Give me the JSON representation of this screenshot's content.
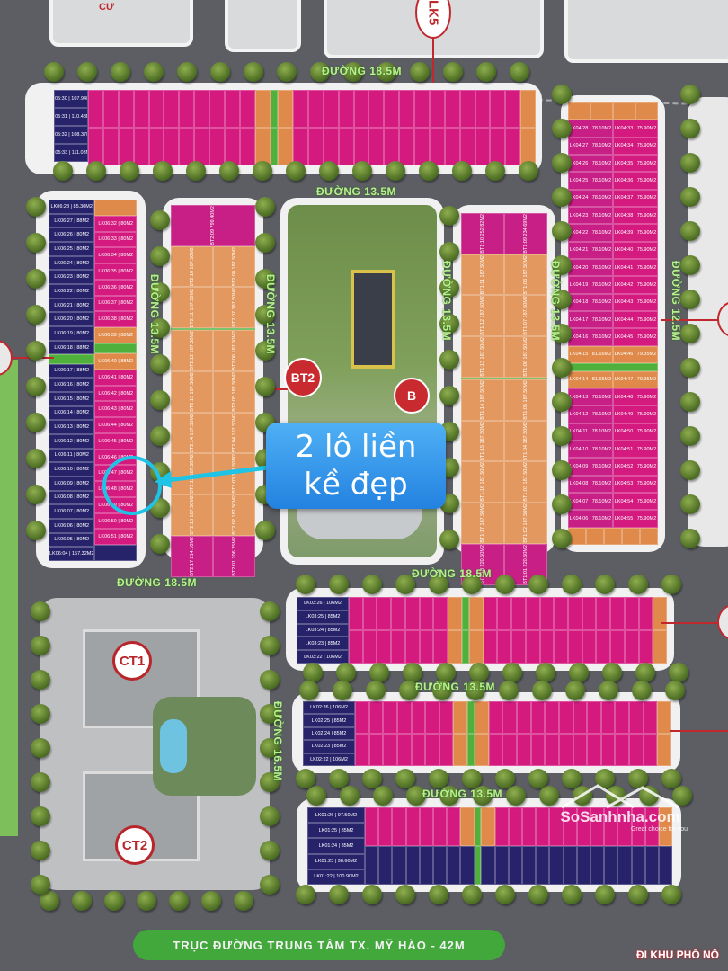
{
  "top_marker": "LK5",
  "top_left_fragment": "CƯ",
  "roads": {
    "top": "ĐƯỜNG 18.5M",
    "mid_top": "ĐƯỜNG 13.5M",
    "v_left": "ĐƯỜNG 13.5M",
    "v_bt2": "ĐƯỜNG 13.5M",
    "v_park": "ĐƯỜNG 13.5M",
    "v_bt1": "ĐƯỜNG 13.5M",
    "v_right": "ĐƯỜNG 12.5M",
    "mid_left": "ĐƯỜNG 18.5M",
    "mid_right": "ĐƯỜNG 18.5M",
    "lower1": "ĐƯỜNG 13.5M",
    "lower2": "ĐƯỜNG 13.5M",
    "v_ct": "ĐƯỜNG 16.5M",
    "main_avenue": "TRỤC ĐƯỜNG TRUNG TÂM TX. MỸ HÀO - 42M",
    "exit_sign": "ĐI KHU PHỐ NỐ"
  },
  "markers": {
    "bt2": "BT2",
    "bt1_partial": "B",
    "ct1": "CT1",
    "ct2": "CT2"
  },
  "callout": {
    "text": "2 lô liền kề đẹp",
    "accent": "#2e9cf0",
    "circle_color": "#1fc3e6"
  },
  "watermark": {
    "brand": "SoSanhnha.com",
    "tagline": "Great choice for you"
  },
  "blocks": {
    "lk05": {
      "navy": [
        "LK05:30 | 107.94M2",
        "LK05:31 | 110.48M2",
        "LK05:32 | 108.37M2",
        "LK05:33 | 111.03M2"
      ],
      "strip_rows": [
        "pppppppppppogopppppppppppppppo",
        "pppppppppppogopppppppppppppppo"
      ]
    },
    "lk04": {
      "rows": [
        [
          {
            "t": "o"
          },
          {
            "t": "o"
          },
          {
            "t": "o"
          },
          {
            "t": "o"
          }
        ],
        [
          {
            "t": "m",
            "l": "LK04:28 | 78.10M2"
          },
          {
            "t": "p",
            "l": "LK04:33 | 75.90M2"
          }
        ],
        [
          {
            "t": "m",
            "l": "LK04:27 | 78.10M2"
          },
          {
            "t": "p",
            "l": "LK04:34 | 75.90M2"
          }
        ],
        [
          {
            "t": "m",
            "l": "LK04:26 | 78.10M2"
          },
          {
            "t": "p",
            "l": "LK04:35 | 75.90M2"
          }
        ],
        [
          {
            "t": "m",
            "l": "LK04:25 | 78.10M2"
          },
          {
            "t": "p",
            "l": "LK04:36 | 75.90M2"
          }
        ],
        [
          {
            "t": "m",
            "l": "LK04:24 | 78.10M2"
          },
          {
            "t": "p",
            "l": "LK04:37 | 75.90M2"
          }
        ],
        [
          {
            "t": "m",
            "l": "LK04:23 | 78.10M2"
          },
          {
            "t": "p",
            "l": "LK04:38 | 75.90M2"
          }
        ],
        [
          {
            "t": "m",
            "l": "LK04:22 | 78.10M2"
          },
          {
            "t": "p",
            "l": "LK04:39 | 75.90M2"
          }
        ],
        [
          {
            "t": "m",
            "l": "LK04:21 | 78.10M2"
          },
          {
            "t": "p",
            "l": "LK04:40 | 75.90M2"
          }
        ],
        [
          {
            "t": "m",
            "l": "LK04:20 | 78.10M2"
          },
          {
            "t": "p",
            "l": "LK04:41 | 75.90M2"
          }
        ],
        [
          {
            "t": "m",
            "l": "LK04:19 | 78.10M2"
          },
          {
            "t": "p",
            "l": "LK04:42 | 75.90M2"
          }
        ],
        [
          {
            "t": "m",
            "l": "LK04:18 | 78.10M2"
          },
          {
            "t": "p",
            "l": "LK04:43 | 75.90M2"
          }
        ],
        [
          {
            "t": "m",
            "l": "LK04:17 | 78.10M2"
          },
          {
            "t": "p",
            "l": "LK04:44 | 75.90M2"
          }
        ],
        [
          {
            "t": "m",
            "l": "LK04:16 | 78.10M2"
          },
          {
            "t": "p",
            "l": "LK04:45 | 75.90M2"
          }
        ],
        [
          {
            "t": "o",
            "l": "LK04:15 | 81.65M2"
          },
          {
            "t": "o",
            "l": "LK04:46 | 79.35M2"
          }
        ],
        [
          {
            "t": "g"
          }
        ],
        [
          {
            "t": "o",
            "l": "LK04:14 | 81.65M2"
          },
          {
            "t": "o",
            "l": "LK04:47 | 79.35M2"
          }
        ],
        [
          {
            "t": "m",
            "l": "LK04:13 | 78.10M2"
          },
          {
            "t": "p",
            "l": "LK04:48 | 75.90M2"
          }
        ],
        [
          {
            "t": "m",
            "l": "LK04:12 | 78.10M2"
          },
          {
            "t": "p",
            "l": "LK04:49 | 75.90M2"
          }
        ],
        [
          {
            "t": "m",
            "l": "LK04:11 | 78.10M2"
          },
          {
            "t": "p",
            "l": "LK04:50 | 75.90M2"
          }
        ],
        [
          {
            "t": "m",
            "l": "LK04:10 | 78.10M2"
          },
          {
            "t": "p",
            "l": "LK04:51 | 75.90M2"
          }
        ],
        [
          {
            "t": "m",
            "l": "LK04:09 | 78.10M2"
          },
          {
            "t": "p",
            "l": "LK04:52 | 75.90M2"
          }
        ],
        [
          {
            "t": "m",
            "l": "LK04:08 | 78.10M2"
          },
          {
            "t": "p",
            "l": "LK04:53 | 75.90M2"
          }
        ],
        [
          {
            "t": "m",
            "l": "LK04:07 | 78.10M2"
          },
          {
            "t": "p",
            "l": "LK04:54 | 75.90M2"
          }
        ],
        [
          {
            "t": "m",
            "l": "LK04:06 | 78.10M2"
          },
          {
            "t": "p",
            "l": "LK04:55 | 75.90M2"
          }
        ],
        [
          {
            "t": "o"
          },
          {
            "t": "o"
          },
          {
            "t": "o"
          },
          {
            "t": "o"
          },
          {
            "t": "o"
          }
        ]
      ]
    },
    "lk06": {
      "cols": [
        [
          {
            "t": "n",
            "l": "LK06:28 | 85.30M2"
          },
          {
            "t": "n",
            "l": "LK06:27 | 88M2"
          },
          {
            "t": "n",
            "l": "LK06:26 | 80M2"
          },
          {
            "t": "n",
            "l": "LK06:25 | 80M2"
          },
          {
            "t": "n",
            "l": "LK06:24 | 80M2"
          },
          {
            "t": "n",
            "l": "LK06:23 | 80M2"
          },
          {
            "t": "n",
            "l": "LK06:22 | 80M2"
          },
          {
            "t": "n",
            "l": "LK06:21 | 80M2"
          },
          {
            "t": "n",
            "l": "LK06:20 | 80M2"
          },
          {
            "t": "n",
            "l": "LK06:19 | 80M2"
          },
          {
            "t": "n",
            "l": "LK06:18 | 88M2"
          },
          {
            "t": "g"
          },
          {
            "t": "n",
            "l": "LK06:17 | 88M2"
          },
          {
            "t": "n",
            "l": "LK06:16 | 80M2"
          },
          {
            "t": "n",
            "l": "LK06:15 | 80M2"
          },
          {
            "t": "n",
            "l": "LK06:14 | 80M2"
          },
          {
            "t": "n",
            "l": "LK06:13 | 80M2"
          },
          {
            "t": "n",
            "l": "LK06:12 | 80M2"
          },
          {
            "t": "n",
            "l": "LK06:11 | 80M2"
          },
          {
            "t": "n",
            "l": "LK06:10 | 80M2"
          },
          {
            "t": "n",
            "l": "LK06:09 | 80M2"
          },
          {
            "t": "n",
            "l": "LK06:08 | 80M2"
          },
          {
            "t": "n",
            "l": "LK06:07 | 80M2"
          },
          {
            "t": "n",
            "l": "LK06:06 | 80M2"
          },
          {
            "t": "n",
            "l": "LK06:05 | 80M2"
          },
          {
            "t": "n",
            "l": "LK06:04 | 157.32M2"
          }
        ],
        [
          {
            "t": "o",
            "l": ""
          },
          {
            "t": "p",
            "l": "LK06:32 | 80M2"
          },
          {
            "t": "p",
            "l": "LK06:33 | 80M2"
          },
          {
            "t": "p",
            "l": "LK06:34 | 80M2"
          },
          {
            "t": "p",
            "l": "LK06:35 | 80M2"
          },
          {
            "t": "p",
            "l": "LK06:36 | 80M2"
          },
          {
            "t": "p",
            "l": "LK06:37 | 80M2"
          },
          {
            "t": "p",
            "l": "LK06:38 | 80M2"
          },
          {
            "t": "o",
            "l": "LK06:39 | 88M2"
          },
          {
            "t": "g"
          },
          {
            "t": "o",
            "l": "LK06:40 | 88M2"
          },
          {
            "t": "p",
            "l": "LK06:41 | 80M2"
          },
          {
            "t": "p",
            "l": "LK06:42 | 80M2"
          },
          {
            "t": "p",
            "l": "LK06:43 | 80M2"
          },
          {
            "t": "p",
            "l": "LK06:44 | 80M2"
          },
          {
            "t": "p",
            "l": "LK06:45 | 80M2"
          },
          {
            "t": "p",
            "l": "LK06:46 | 80M2"
          },
          {
            "t": "p",
            "l": "LK06:47 | 80M2"
          },
          {
            "t": "p",
            "l": "LK06:48 | 80M2"
          },
          {
            "t": "p",
            "l": "LK06:49 | 80M2"
          },
          {
            "t": "p",
            "l": "LK06:50 | 80M2"
          },
          {
            "t": "p",
            "l": "LK06:51 | 80M2"
          },
          {
            "t": "n",
            "l": ""
          }
        ]
      ]
    },
    "bt2": {
      "rows": [
        [
          {
            "t": "m",
            "l": "BT2:09 799.40M2"
          }
        ],
        [
          {
            "t": "t",
            "l": "BT2:10 187.50M2"
          },
          {
            "t": "t",
            "l": "BT2:08 187.50M2"
          }
        ],
        [
          {
            "t": "t",
            "l": "BT2:11 187.50M2"
          },
          {
            "t": "t",
            "l": "BT2:07 187.50M2"
          }
        ],
        [
          {
            "t": "g"
          }
        ],
        [
          {
            "t": "t",
            "l": "BT2:12 187.50M2"
          },
          {
            "t": "t",
            "l": "BT2:06 187.50M2"
          }
        ],
        [
          {
            "t": "t",
            "l": "BT2:13 187.50M2"
          },
          {
            "t": "t",
            "l": "BT2:05 187.50M2"
          }
        ],
        [
          {
            "t": "t",
            "l": "BT2:14 187.50M2"
          },
          {
            "t": "t",
            "l": "BT2:04 187.50M2"
          }
        ],
        [
          {
            "t": "t",
            "l": "BT2:15 187.50M2"
          },
          {
            "t": "t",
            "l": "BT2:03 187.50M2"
          }
        ],
        [
          {
            "t": "t",
            "l": "BT2:16 187.50M2"
          },
          {
            "t": "t",
            "l": "BT2:02 187.50M2"
          }
        ],
        [
          {
            "t": "m",
            "l": "BT2:17 214.10M2"
          },
          {
            "t": "m",
            "l": "BT2:01 206.25M2"
          }
        ]
      ]
    },
    "bt1": {
      "rows": [
        [
          {
            "t": "m",
            "l": "BT1:10 252.82M2"
          },
          {
            "t": "m",
            "l": "BT1:09 234.69M2"
          }
        ],
        [
          {
            "t": "t",
            "l": "BT1:11 187.50M2"
          },
          {
            "t": "t",
            "l": "BT1:08 187.50M2"
          }
        ],
        [
          {
            "t": "t",
            "l": "BT1:12 187.50M2"
          },
          {
            "t": "t",
            "l": "BT1:07 187.50M2"
          }
        ],
        [
          {
            "t": "t",
            "l": "BT1:13 187.50M2"
          },
          {
            "t": "t",
            "l": "BT1:06 187.50M2"
          }
        ],
        [
          {
            "t": "g"
          }
        ],
        [
          {
            "t": "t",
            "l": "BT1:14 187.50M2"
          },
          {
            "t": "t",
            "l": "BT1:05 187.50M2"
          }
        ],
        [
          {
            "t": "t",
            "l": "BT1:15 187.50M2"
          },
          {
            "t": "t",
            "l": "BT1:04 187.50M2"
          }
        ],
        [
          {
            "t": "t",
            "l": "BT1:16 187.50M2"
          },
          {
            "t": "t",
            "l": "BT1:03 187.50M2"
          }
        ],
        [
          {
            "t": "t",
            "l": "BT1:17 187.50M2"
          },
          {
            "t": "t",
            "l": "BT1:02 187.50M2"
          }
        ],
        [
          {
            "t": "m",
            "l": "BT1:18 220.50M2"
          },
          {
            "t": "m",
            "l": "BT1:01 220.50M2"
          }
        ]
      ]
    },
    "lk03": {
      "navy": [
        "LK03:26 | 106M2",
        "LK03:25 | 85M2",
        "LK03:24 | 85M2",
        "LK03:23 | 85M2",
        "LK03:22 | 106M2"
      ],
      "strip_rows": [
        "pppppppogoppppppppppppo",
        "pppppppogoppppppppppppo"
      ]
    },
    "lk02": {
      "navy": [
        "LK02:26 | 106M2",
        "LK02:25 | 85M2",
        "LK02:24 | 85M2",
        "LK02:23 | 85M2",
        "LK02:22 | 106M2"
      ],
      "strip_rows": [
        "pppppppogoppppppppppppo",
        "pppppppogoppppppppppppo"
      ]
    },
    "lk01": {
      "navy": [
        "LK01:26 | 97.50M2",
        "LK01:25 | 85M2",
        "LK01:24 | 85M2",
        "LK01:23 | 98.60M2",
        "LK01:22 | 100.90M2"
      ],
      "strip_rows": [
        "pppppppogoppppppppppppo",
        "nnnnnnnngnnnnnnnnnnnnnn"
      ]
    }
  }
}
